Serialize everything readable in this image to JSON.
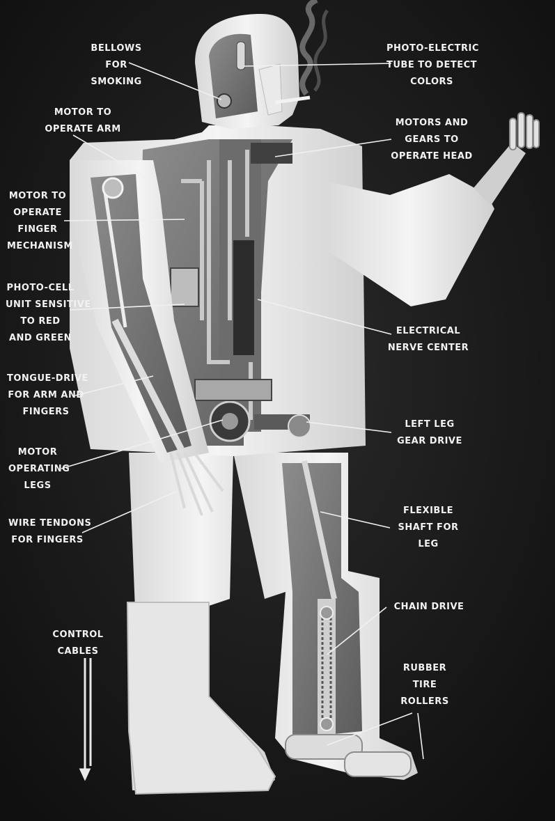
{
  "colors": {
    "background": "#161616",
    "figure": "#e9e9e9",
    "interior": "#7a7a7a",
    "line": "#f0f0f0"
  },
  "labels": {
    "bellows": [
      "BELLOWS",
      "FOR",
      "SMOKING"
    ],
    "motor_arm": [
      "MOTOR TO",
      "OPERATE ARM"
    ],
    "motor_finger": [
      "MOTOR TO",
      "OPERATE",
      "FINGER",
      "MECHANISM"
    ],
    "photocell": [
      "PHOTO-CELL",
      "UNIT SENSITIVE",
      "TO RED",
      "AND GREEN"
    ],
    "tongue_drive": [
      "TONGUE-DRIVE",
      "FOR ARM AND",
      "FINGERS"
    ],
    "motor_legs": [
      "MOTOR",
      "OPERATING",
      "LEGS"
    ],
    "wire_tendons": [
      "WIRE TENDONS",
      "FOR FINGERS"
    ],
    "control_cables": [
      "CONTROL",
      "CABLES"
    ],
    "photo_tube": [
      "PHOTO-ELECTRIC",
      "TUBE TO DETECT",
      "COLORS"
    ],
    "motors_head": [
      "MOTORS AND",
      "GEARS TO",
      "OPERATE HEAD"
    ],
    "nerve_center": [
      "ELECTRICAL",
      "NERVE CENTER"
    ],
    "leg_gear": [
      "LEFT LEG",
      "GEAR DRIVE"
    ],
    "flex_shaft": [
      "FLEXIBLE",
      "SHAFT FOR",
      "LEG"
    ],
    "chain_drive": [
      "CHAIN DRIVE"
    ],
    "rubber_rollers": [
      "RUBBER",
      "TIRE",
      "ROLLERS"
    ]
  }
}
